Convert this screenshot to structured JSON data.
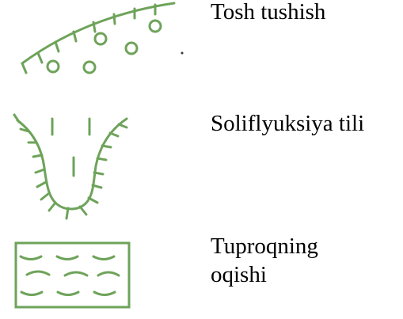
{
  "legend": {
    "symbol_color": "#6ea35a",
    "items": [
      {
        "icon": "rockfall-icon",
        "label": "Tosh tushish"
      },
      {
        "icon": "solifluction-tongue-icon",
        "label": "Soliflyuksiya tili"
      },
      {
        "icon": "soil-washout-icon",
        "label": "Tuproqning\noqishi"
      }
    ]
  }
}
